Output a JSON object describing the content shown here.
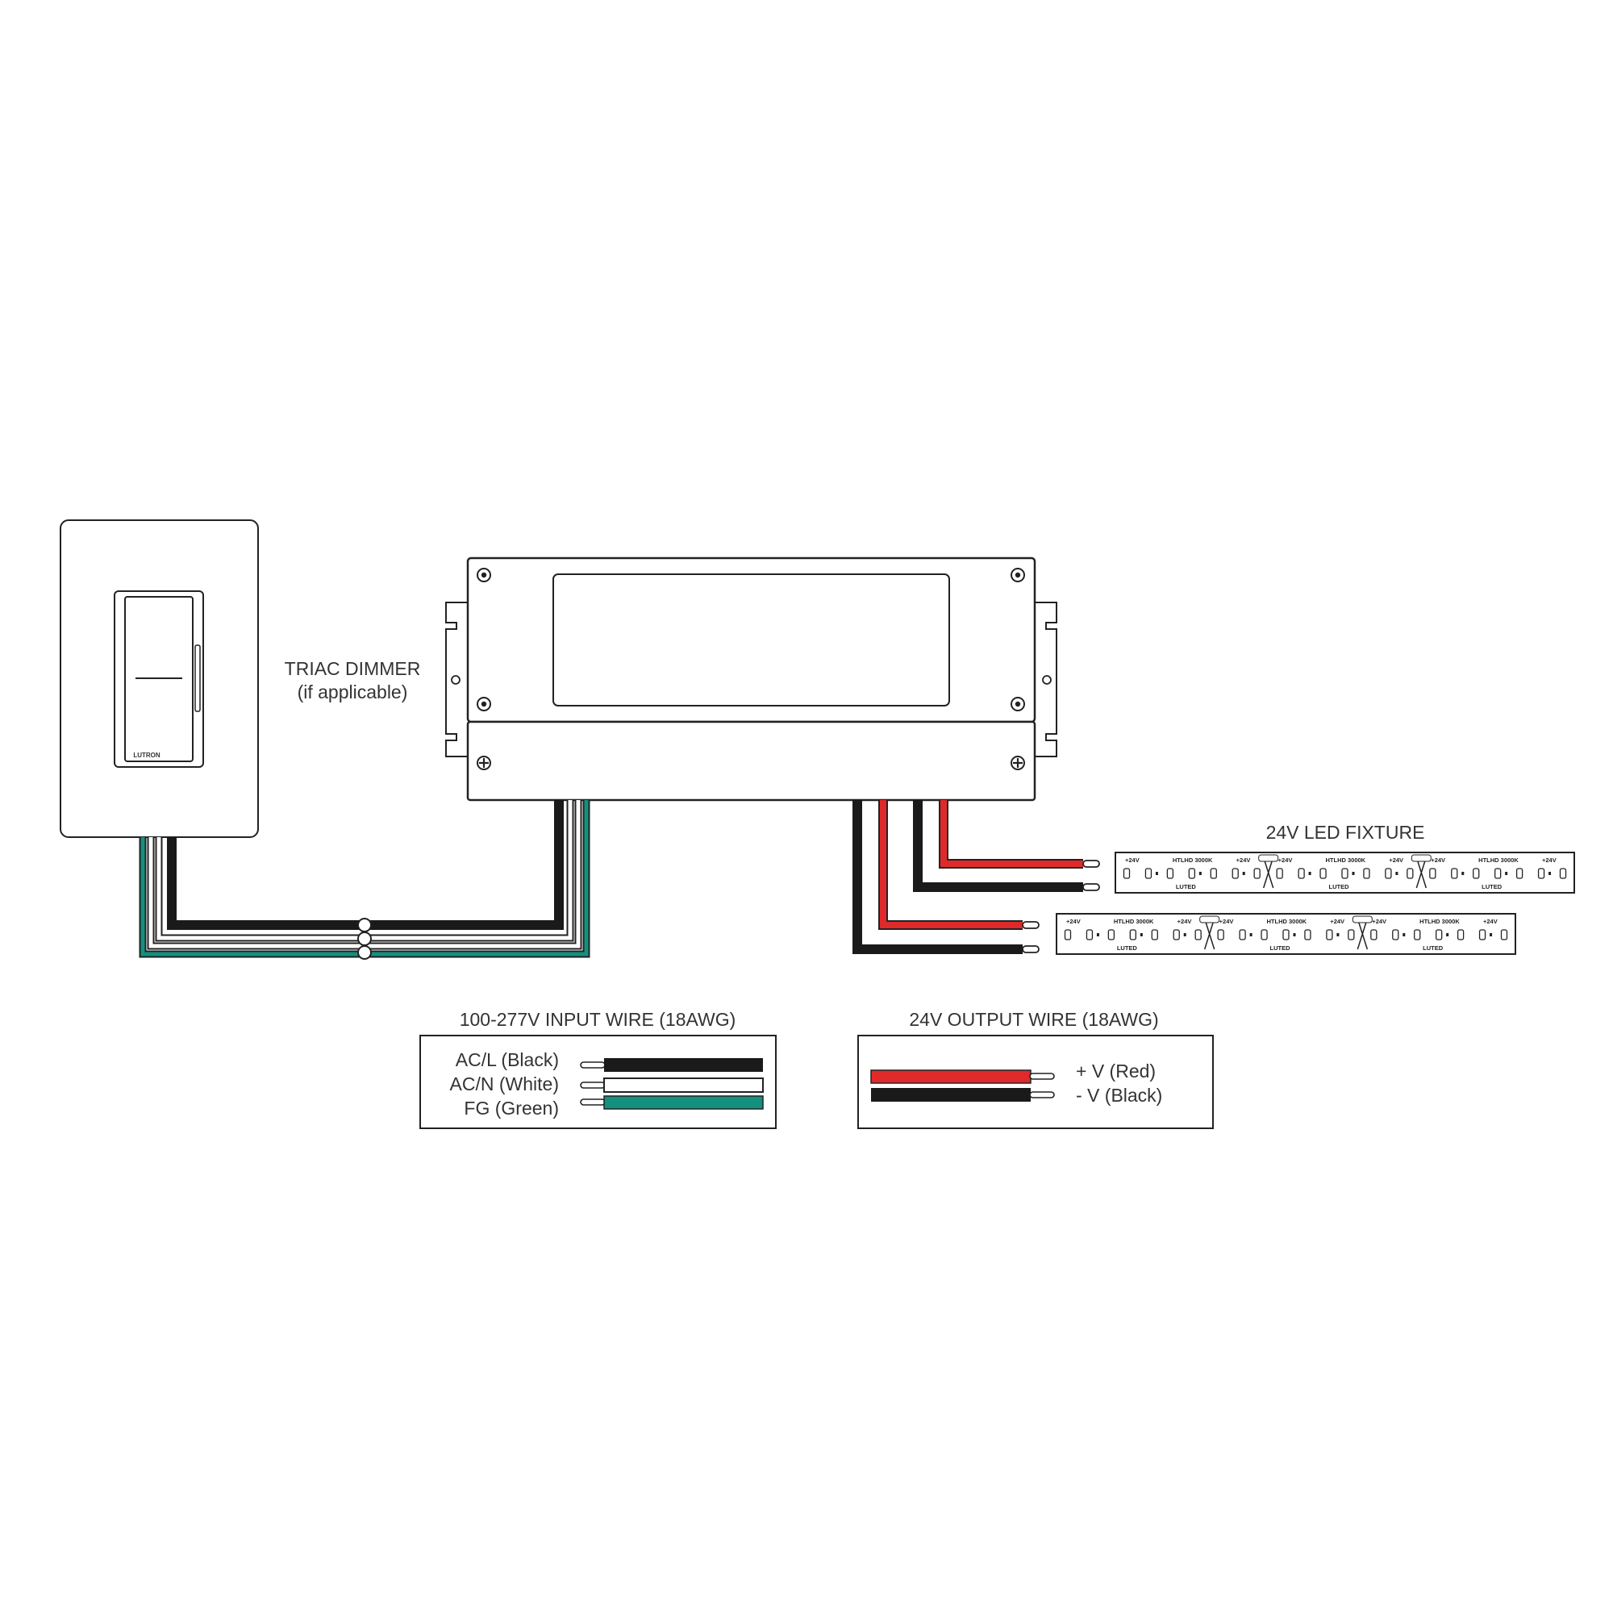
{
  "dimmer": {
    "label_line1": "TRIAC DIMMER",
    "label_line2": "(if applicable)",
    "brand": "LUTRON"
  },
  "fixture": {
    "label": "24V LED FIXTURE",
    "strip_texts": [
      "+24V",
      "HTLHD 3000K",
      "LUTED"
    ]
  },
  "input_legend": {
    "title": "100-277V INPUT WIRE (18AWG)",
    "wires": [
      {
        "label": "AC/L (Black)",
        "color": "#1a1a1a"
      },
      {
        "label": "AC/N (White)",
        "color": "#ffffff"
      },
      {
        "label": "FG (Green)",
        "color": "#14907f"
      }
    ]
  },
  "output_legend": {
    "title": "24V OUTPUT WIRE (18AWG)",
    "wires": [
      {
        "label": "+ V (Red)",
        "color": "#e02a2a"
      },
      {
        "label": "- V (Black)",
        "color": "#1a1a1a"
      }
    ]
  },
  "colors": {
    "outline": "#222222",
    "black_wire": "#1a1a1a",
    "red_wire": "#e02a2a",
    "green_wire": "#14907f"
  }
}
